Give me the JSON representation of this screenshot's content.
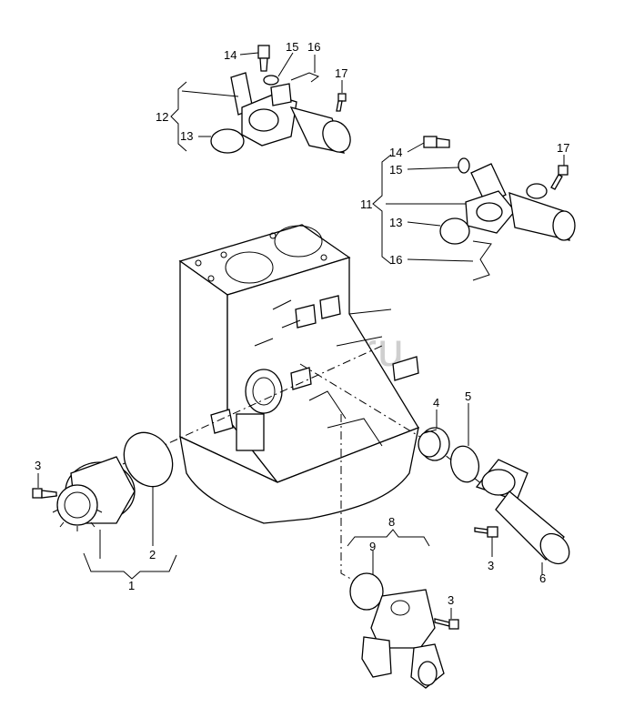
{
  "watermark": "vagtec.ru",
  "labels": {
    "l1": "1",
    "l2": "2",
    "l3a": "3",
    "l3b": "3",
    "l3c": "3",
    "l4": "4",
    "l5": "5",
    "l6": "6",
    "l8": "8",
    "l9": "9",
    "l11": "11",
    "l12": "12",
    "l13a": "13",
    "l13b": "13",
    "l14a": "14",
    "l14b": "14",
    "l15a": "15",
    "l15b": "15",
    "l16a": "16",
    "l16b": "16",
    "l17a": "17",
    "l17b": "17"
  }
}
